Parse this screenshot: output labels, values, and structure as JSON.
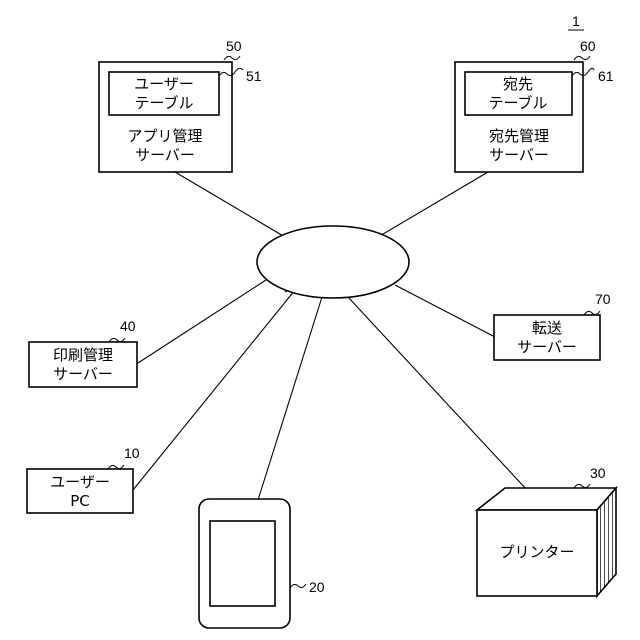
{
  "figure": {
    "label": "1"
  },
  "nodes": {
    "app_server": {
      "number": "50",
      "line1": "アプリ管理",
      "line2": "サーバー"
    },
    "user_table": {
      "number": "51",
      "line1": "ユーザー",
      "line2": "テーブル"
    },
    "dest_server": {
      "number": "60",
      "line1": "宛先管理",
      "line2": "サーバー"
    },
    "dest_table": {
      "number": "61",
      "line1": "宛先",
      "line2": "テーブル"
    },
    "transfer_server": {
      "number": "70",
      "line1": "転送",
      "line2": "サーバー"
    },
    "print_server": {
      "number": "40",
      "line1": "印刷管理",
      "line2": "サーバー"
    },
    "user_pc": {
      "number": "10",
      "line1": "ユーザー",
      "line2": "PC"
    },
    "mobile": {
      "number": "20"
    },
    "printer": {
      "number": "30",
      "line1": "プリンター"
    }
  }
}
